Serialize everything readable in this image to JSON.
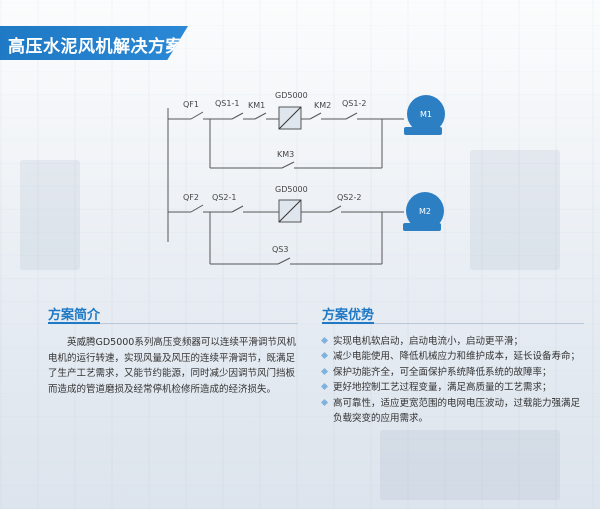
{
  "header": {
    "title": "高压水泥风机解决方案"
  },
  "diagram": {
    "branch1": {
      "breaker": "QF1",
      "switch1": "QS1-1",
      "contactor1": "KM1",
      "inverter": "GD5000",
      "contactor2": "KM2",
      "switch2": "QS1-2",
      "motor": "M1",
      "bypass": "KM3"
    },
    "branch2": {
      "breaker": "QF2",
      "switch1": "QS2-1",
      "inverter": "GD5000",
      "switch2": "QS2-2",
      "motor": "M2",
      "bypass": "QS3"
    }
  },
  "intro": {
    "title": "方案简介",
    "text": "英威腾GD5000系列高压变频器可以连续平滑调节风机电机的运行转速，实现风量及风压的连续平滑调节，既满足了生产工艺需求，又能节约能源，同时减少因调节风门挡板而造成的管道磨损及经常停机检修所造成的经济损失。"
  },
  "advantages": {
    "title": "方案优势",
    "items": [
      "实现电机软启动，启动电流小，启动更平滑；",
      "减少电能使用、降低机械应力和维护成本，延长设备寿命；",
      "保护功能齐全，可全面保护系统降低系统的故障率；",
      "更好地控制工艺过程变量，满足高质量的工艺需求；",
      "高可靠性，适应更宽范围的电网电压波动，过载能力强满足负载突变的应用需求。"
    ]
  },
  "colors": {
    "accent": "#1f79c4",
    "motor": "#2d7fc4",
    "line": "#555555"
  }
}
